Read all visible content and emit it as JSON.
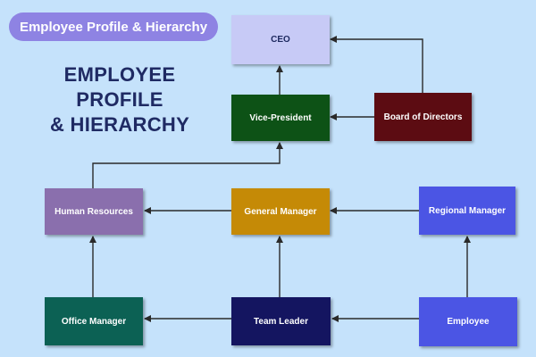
{
  "header": {
    "pill_title": "Employee Profile & Hierarchy",
    "title_line1": "EMPLOYEE PROFILE",
    "title_line2": "& HIERARCHY"
  },
  "nodes": {
    "ceo": {
      "label": "CEO",
      "color": "#c7caf6",
      "text_color": "#1e2a60"
    },
    "vice_president": {
      "label": "Vice-President",
      "color": "#0d5216",
      "text_color": "#ffffff"
    },
    "board_of_directors": {
      "label": "Board of Directors",
      "color": "#5c0c12",
      "text_color": "#ffffff"
    },
    "human_resources": {
      "label": "Human Resources",
      "color": "#8a6fad",
      "text_color": "#ffffff"
    },
    "general_manager": {
      "label": "General Manager",
      "color": "#c58a06",
      "text_color": "#ffffff"
    },
    "regional_manager": {
      "label": "Regional Manager",
      "color": "#4b55e4",
      "text_color": "#ffffff"
    },
    "office_manager": {
      "label": "Office Manager",
      "color": "#0c6154",
      "text_color": "#ffffff"
    },
    "team_leader": {
      "label": "Team Leader",
      "color": "#141560",
      "text_color": "#ffffff"
    },
    "employee": {
      "label": "Employee",
      "color": "#4b55e4",
      "text_color": "#ffffff"
    }
  },
  "colors": {
    "background": "#c5e2fb",
    "connector": "#2a2a2a",
    "pill": "#8e83e3",
    "title": "#1f2a63"
  }
}
